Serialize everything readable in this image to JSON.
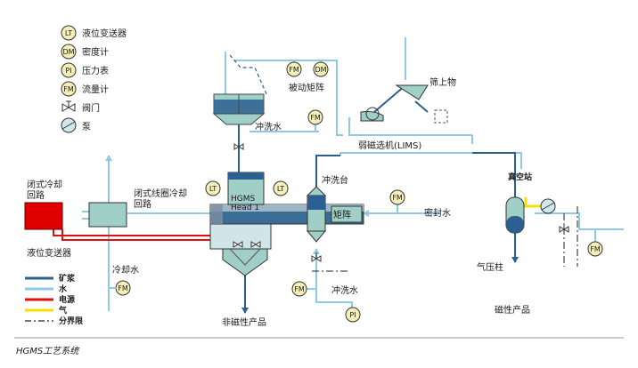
{
  "legend_top": [
    {
      "abbr": "LT",
      "label": "液位变送器"
    },
    {
      "abbr": "DM",
      "label": "密度计"
    },
    {
      "abbr": "PI",
      "label": "压力表"
    },
    {
      "abbr": "FM",
      "label": "流量计"
    },
    {
      "abbr": "",
      "label": "阀门"
    },
    {
      "abbr": "",
      "label": "泵"
    }
  ],
  "legend_lines": [
    {
      "label": "矿浆",
      "color": "#2b5f8f"
    },
    {
      "label": "水",
      "color": "#8ec9ea"
    },
    {
      "label": "电源",
      "color": "#e01010"
    },
    {
      "label": "气",
      "color": "#f5e000"
    },
    {
      "label": "分界限",
      "color": "#222222"
    }
  ],
  "instruments": {
    "fm": "FM",
    "dm": "DM",
    "lt": "LT",
    "pi": "PI"
  },
  "labels": {
    "passive_matrix": "被动矩阵",
    "oversize": "筛上物",
    "flush_water_1": "冲洗水",
    "lims": "弱磁选机(LIMS)",
    "closed_cooling_loop": "闭式冷却\n回路",
    "coil_cooling_loop": "闭式线圈冷却\n回路",
    "head_1": "HGMS\nHead 1",
    "flush_table": "冲洗台",
    "matrix": "矩阵",
    "seal_water": "密封水",
    "vacuum_station": "真空站",
    "level_transmitter": "液位变送器",
    "cooling_water": "冷却水",
    "flush_water_2": "冲洗水",
    "non_magnetic": "非磁性产品",
    "barometric_leg": "气压柱",
    "magnetic": "磁性产品"
  },
  "caption": "HGMS工艺系统",
  "colors": {
    "slurry": "#2b5f8f",
    "water": "#8ec9ea",
    "power": "#e01010",
    "air": "#f5e000",
    "equipment_fill": "#9fcfc6",
    "cooler_red": "#e00000"
  }
}
